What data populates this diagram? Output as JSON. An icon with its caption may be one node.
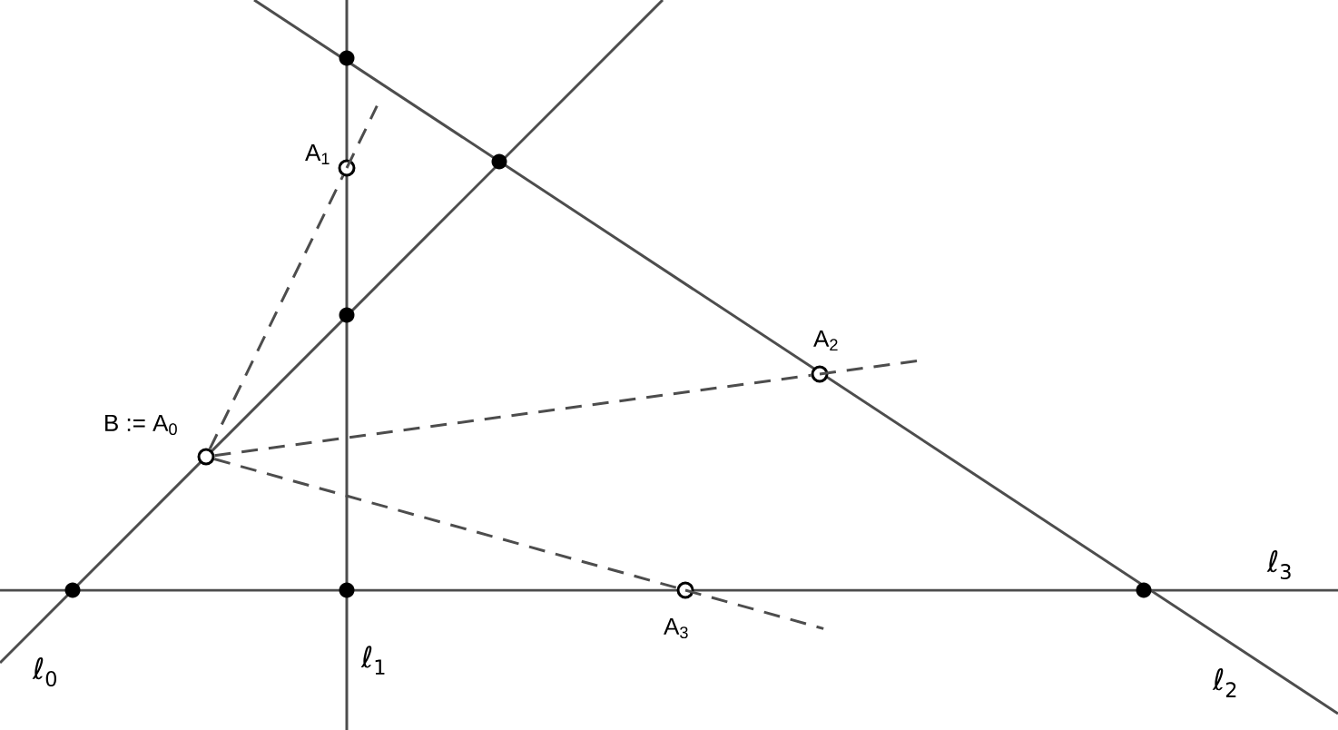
{
  "diagram": {
    "nodes": [
      {
        "text": [],
        "shape": "circle"
      },
      {
        "text": [],
        "shape": "circle"
      },
      {
        "text": [],
        "shape": "circle",
        "beside": [
          "A$_{1}$"
        ]
      },
      {
        "text": [],
        "shape": "circle"
      },
      {
        "text": [],
        "shape": "circle",
        "beside": [
          "A$_{2}$"
        ]
      },
      {
        "text": [],
        "shape": "circle",
        "beside": [
          "B := A$_{0}$"
        ]
      },
      {
        "text": [],
        "shape": "circle"
      },
      {
        "text": [],
        "shape": "circle"
      },
      {
        "text": [],
        "shape": "circle",
        "beside": [
          "A$_{3}$"
        ]
      },
      {
        "text": [],
        "shape": "circle"
      }
    ],
    "edges": [
      {
        "from": 5,
        "to": 2,
        "arrow": "none",
        "style": "dashed"
      },
      {
        "from": 5,
        "to": 4,
        "arrow": "none",
        "style": "dashed"
      },
      {
        "from": 5,
        "to": 8,
        "arrow": "none",
        "style": "dashed"
      }
    ],
    "labels": [
      "ℓ$_{3}$",
      "ℓ$_{0}$",
      "ℓ$_{1}$",
      "ℓ$_{2}$"
    ]
  }
}
